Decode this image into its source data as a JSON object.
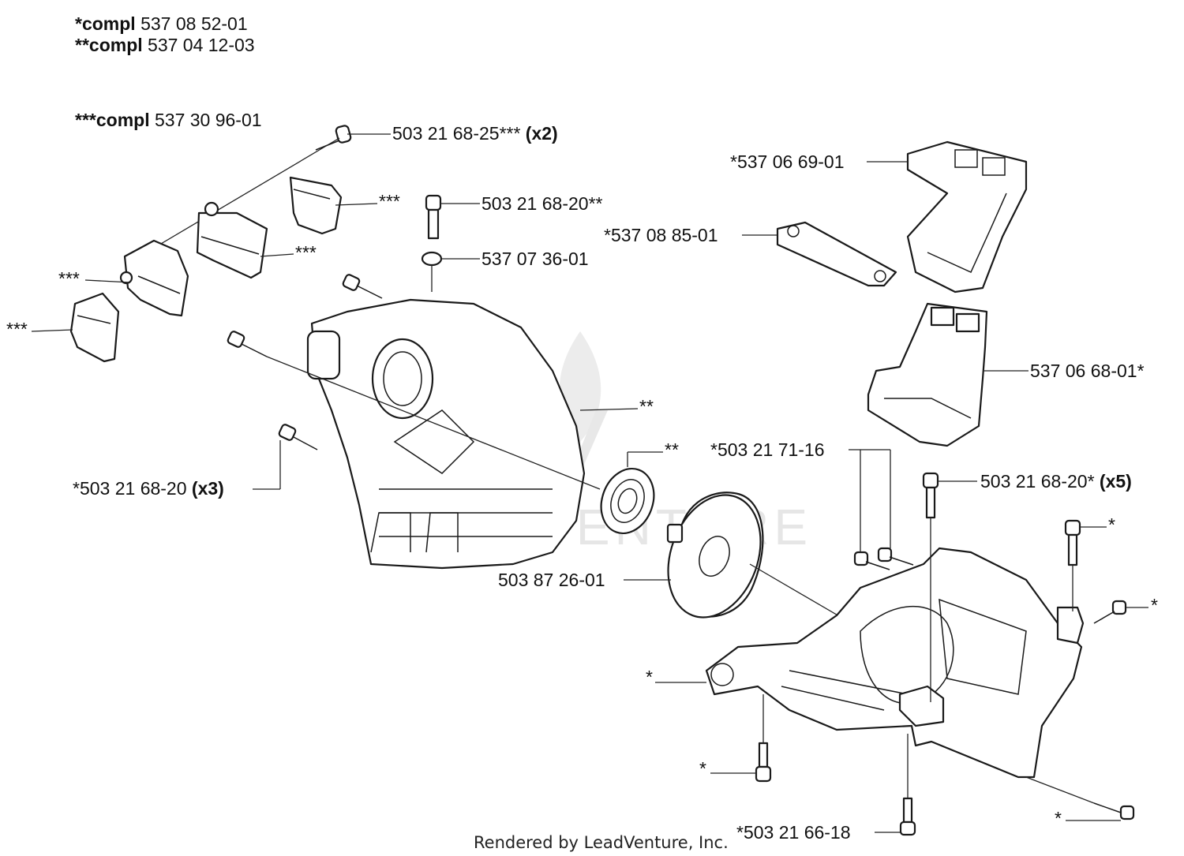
{
  "header": {
    "kit1_prefix": "*compl",
    "kit1_number": " 537 08 52-01",
    "kit2_prefix": "**compl",
    "kit2_number": " 537 04 12-03",
    "kit3_prefix": "***compl",
    "kit3_number": " 537 30 96-01"
  },
  "callouts": {
    "screw_top_left": {
      "text": "503 21 68-25***",
      "qty": " (x2)"
    },
    "clamp_upper": "***",
    "clamp_mid": "***",
    "clamp_left": "***",
    "clamp_lower_left": "***",
    "screw_top": "503 21 68-20**",
    "spring": "537 07 36-01",
    "crankcase_left": "**",
    "bearing": "**",
    "screws_left_group": {
      "text": "*503 21 68-20",
      "qty": " (x3)"
    },
    "clutch_drum": "503 87 26-01",
    "guard_upper": "*537 06 69-01",
    "plate": "*537 08 85-01",
    "guard_lower": "537 06 68-01*",
    "screws_mid_right": "*503 21 71-16",
    "screws_right_group": {
      "text": "503 21 68-20*",
      "qty": " (x5)"
    },
    "screw_right_top": "*",
    "screw_right_side": "*",
    "crankcase_right": "*",
    "screw_bottom_left": "*",
    "screw_bottom_right": "*",
    "screw_bottom": "*503 21 66-18"
  },
  "watermark": "LEADVENTURE",
  "credit": "Rendered by LeadVenture, Inc."
}
